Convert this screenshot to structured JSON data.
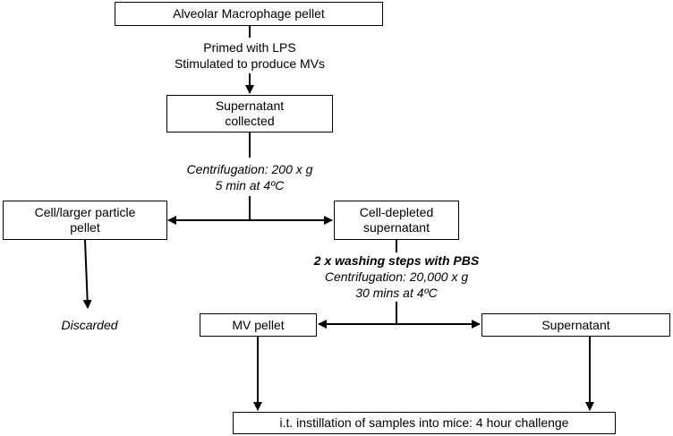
{
  "nodes": {
    "am_pellet": {
      "label": "Alveolar Macrophage pellet"
    },
    "supernatant_collected": {
      "line1": "Supernatant",
      "line2": "collected"
    },
    "cell_pellet": {
      "line1": "Cell/larger particle",
      "line2": "pellet"
    },
    "cell_depleted": {
      "line1": "Cell-depleted",
      "line2": "supernatant"
    },
    "mv_pellet": {
      "label": "MV pellet"
    },
    "supernatant": {
      "label": "Supernatant"
    },
    "instillation": {
      "label": "i.t. instillation of samples into mice: 4 hour challenge"
    }
  },
  "steps": {
    "priming": {
      "line1": "Primed with LPS",
      "line2": "Stimulated to produce MVs"
    },
    "centrifuge1": {
      "line1": "Centrifugation: 200 x g",
      "line2": "5 min at 4ºC"
    },
    "washing": {
      "line1": "2 x washing steps with PBS",
      "line2": "Centrifugation: 20,000 x g",
      "line3": "30 mins at 4ºC"
    },
    "discarded": {
      "label": "Discarded"
    }
  }
}
